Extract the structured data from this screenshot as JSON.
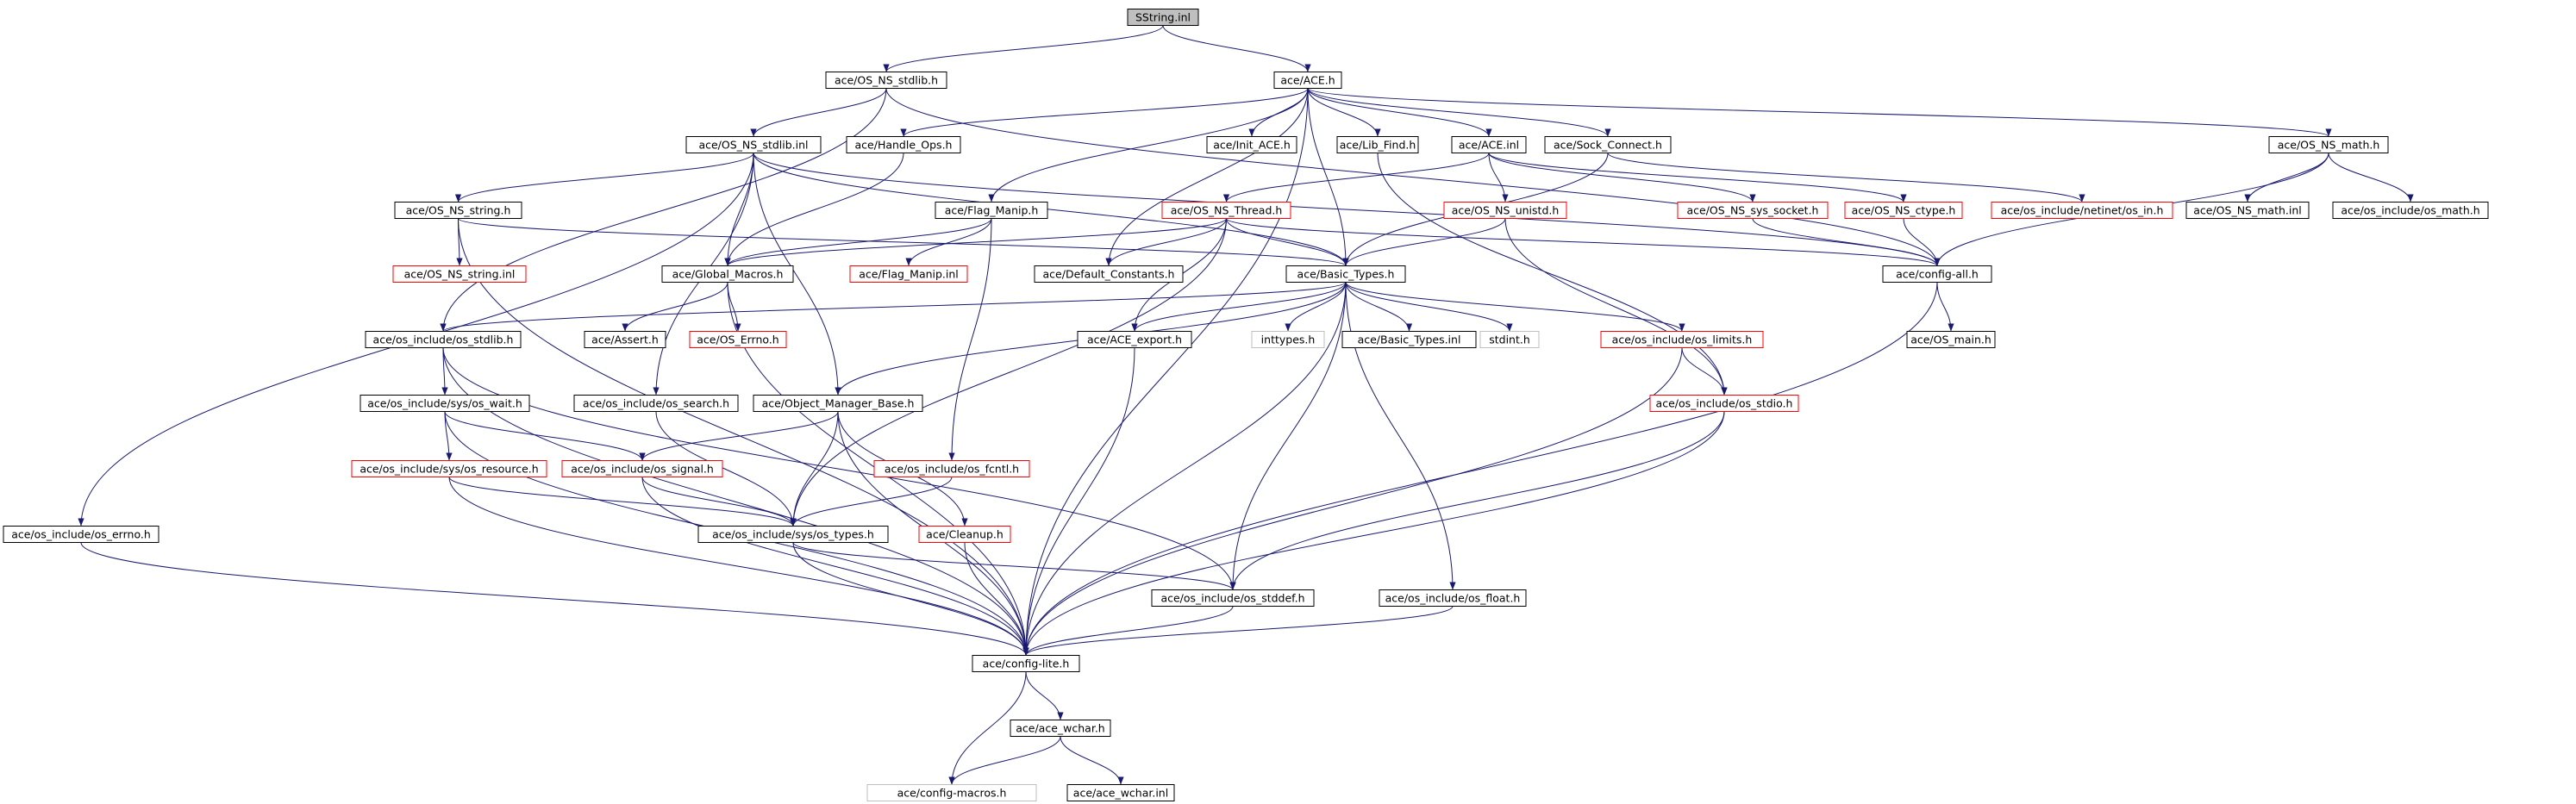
{
  "graph": {
    "colors": {
      "edge": "#191970",
      "border_normal": "#000000",
      "border_undocumented": "#ff0000",
      "border_external": "#bfbfbf",
      "root_fill": "#bfbfbf",
      "fill": "#ffffff"
    },
    "nodes": [
      {
        "id": "sstring_inl",
        "label": "SString.inl",
        "style": "root"
      },
      {
        "id": "os_ns_stdlib_h",
        "label": "ace/OS_NS_stdlib.h",
        "style": "normal"
      },
      {
        "id": "ace_h",
        "label": "ace/ACE.h",
        "style": "normal"
      },
      {
        "id": "os_ns_stdlib_inl",
        "label": "ace/OS_NS_stdlib.inl",
        "style": "normal"
      },
      {
        "id": "handle_ops_h",
        "label": "ace/Handle_Ops.h",
        "style": "normal"
      },
      {
        "id": "init_ace_h",
        "label": "ace/Init_ACE.h",
        "style": "normal"
      },
      {
        "id": "lib_find_h",
        "label": "ace/Lib_Find.h",
        "style": "normal"
      },
      {
        "id": "ace_inl",
        "label": "ace/ACE.inl",
        "style": "normal"
      },
      {
        "id": "sock_connect_h",
        "label": "ace/Sock_Connect.h",
        "style": "normal"
      },
      {
        "id": "os_ns_math_h",
        "label": "ace/OS_NS_math.h",
        "style": "normal"
      },
      {
        "id": "os_ns_string_h",
        "label": "ace/OS_NS_string.h",
        "style": "normal"
      },
      {
        "id": "flag_manip_h",
        "label": "ace/Flag_Manip.h",
        "style": "normal"
      },
      {
        "id": "os_ns_thread_h",
        "label": "ace/OS_NS_Thread.h",
        "style": "undocumented"
      },
      {
        "id": "os_ns_unistd_h",
        "label": "ace/OS_NS_unistd.h",
        "style": "undocumented"
      },
      {
        "id": "os_ns_sys_socket_h",
        "label": "ace/OS_NS_sys_socket.h",
        "style": "undocumented"
      },
      {
        "id": "os_ns_ctype_h",
        "label": "ace/OS_NS_ctype.h",
        "style": "undocumented"
      },
      {
        "id": "os_in_h",
        "label": "ace/os_include/netinet/os_in.h",
        "style": "undocumented"
      },
      {
        "id": "os_ns_math_inl",
        "label": "ace/OS_NS_math.inl",
        "style": "normal"
      },
      {
        "id": "os_math_h",
        "label": "ace/os_include/os_math.h",
        "style": "normal"
      },
      {
        "id": "os_ns_string_inl",
        "label": "ace/OS_NS_string.inl",
        "style": "undocumented"
      },
      {
        "id": "flag_manip_inl",
        "label": "ace/Flag_Manip.inl",
        "style": "undocumented"
      },
      {
        "id": "default_constants_h",
        "label": "ace/Default_Constants.h",
        "style": "normal"
      },
      {
        "id": "global_macros_h",
        "label": "ace/Global_Macros.h",
        "style": "normal"
      },
      {
        "id": "basic_types_h",
        "label": "ace/Basic_Types.h",
        "style": "normal"
      },
      {
        "id": "config_all_h",
        "label": "ace/config-all.h",
        "style": "normal"
      },
      {
        "id": "os_stdlib_h",
        "label": "ace/os_include/os_stdlib.h",
        "style": "normal"
      },
      {
        "id": "assert_h",
        "label": "ace/Assert.h",
        "style": "normal"
      },
      {
        "id": "os_errno_red_h",
        "label": "ace/OS_Errno.h",
        "style": "undocumented"
      },
      {
        "id": "ace_export_h",
        "label": "ace/ACE_export.h",
        "style": "normal"
      },
      {
        "id": "inttypes_h",
        "label": "inttypes.h",
        "style": "external"
      },
      {
        "id": "basic_types_inl",
        "label": "ace/Basic_Types.inl",
        "style": "normal"
      },
      {
        "id": "stdint_h",
        "label": "stdint.h",
        "style": "external"
      },
      {
        "id": "os_limits_h",
        "label": "ace/os_include/os_limits.h",
        "style": "undocumented"
      },
      {
        "id": "os_main_h",
        "label": "ace/OS_main.h",
        "style": "normal"
      },
      {
        "id": "os_wait_h",
        "label": "ace/os_include/sys/os_wait.h",
        "style": "normal"
      },
      {
        "id": "os_search_h",
        "label": "ace/os_include/os_search.h",
        "style": "normal"
      },
      {
        "id": "object_manager_base_h",
        "label": "ace/Object_Manager_Base.h",
        "style": "normal"
      },
      {
        "id": "os_stdio_h",
        "label": "ace/os_include/os_stdio.h",
        "style": "undocumented"
      },
      {
        "id": "os_resource_h",
        "label": "ace/os_include/sys/os_resource.h",
        "style": "undocumented"
      },
      {
        "id": "os_signal_h",
        "label": "ace/os_include/os_signal.h",
        "style": "undocumented"
      },
      {
        "id": "os_fcntl_h",
        "label": "ace/os_include/os_fcntl.h",
        "style": "undocumented"
      },
      {
        "id": "os_errno_h",
        "label": "ace/os_include/os_errno.h",
        "style": "normal"
      },
      {
        "id": "os_types_h",
        "label": "ace/os_include/sys/os_types.h",
        "style": "normal"
      },
      {
        "id": "cleanup_h",
        "label": "ace/Cleanup.h",
        "style": "undocumented"
      },
      {
        "id": "os_stddef_h",
        "label": "ace/os_include/os_stddef.h",
        "style": "normal"
      },
      {
        "id": "os_float_h",
        "label": "ace/os_include/os_float.h",
        "style": "normal"
      },
      {
        "id": "config_lite_h",
        "label": "ace/config-lite.h",
        "style": "normal"
      },
      {
        "id": "ace_wchar_h",
        "label": "ace/ace_wchar.h",
        "style": "normal"
      },
      {
        "id": "config_macros_h",
        "label": "ace/config-macros.h",
        "style": "external"
      },
      {
        "id": "ace_wchar_inl",
        "label": "ace/ace_wchar.inl",
        "style": "normal"
      }
    ],
    "edges": [
      [
        "sstring_inl",
        "os_ns_stdlib_h"
      ],
      [
        "sstring_inl",
        "ace_h"
      ],
      [
        "os_ns_stdlib_h",
        "os_ns_stdlib_inl"
      ],
      [
        "os_ns_stdlib_h",
        "os_stdlib_h"
      ],
      [
        "os_ns_stdlib_h",
        "config_all_h"
      ],
      [
        "ace_h",
        "handle_ops_h"
      ],
      [
        "ace_h",
        "init_ace_h"
      ],
      [
        "ace_h",
        "lib_find_h"
      ],
      [
        "ace_h",
        "ace_inl"
      ],
      [
        "ace_h",
        "sock_connect_h"
      ],
      [
        "ace_h",
        "os_ns_math_h"
      ],
      [
        "ace_h",
        "flag_manip_h"
      ],
      [
        "ace_h",
        "default_constants_h"
      ],
      [
        "ace_h",
        "basic_types_h"
      ],
      [
        "ace_h",
        "config_lite_h"
      ],
      [
        "os_ns_stdlib_inl",
        "os_ns_string_h"
      ],
      [
        "os_ns_stdlib_inl",
        "global_macros_h"
      ],
      [
        "os_ns_stdlib_inl",
        "basic_types_h"
      ],
      [
        "os_ns_stdlib_inl",
        "os_errno_h"
      ],
      [
        "os_ns_stdlib_inl",
        "os_search_h"
      ],
      [
        "os_ns_stdlib_inl",
        "object_manager_base_h"
      ],
      [
        "os_ns_stdlib_inl",
        "config_all_h"
      ],
      [
        "handle_ops_h",
        "global_macros_h"
      ],
      [
        "lib_find_h",
        "os_stdio_h"
      ],
      [
        "ace_inl",
        "os_ns_thread_h"
      ],
      [
        "ace_inl",
        "os_ns_unistd_h"
      ],
      [
        "ace_inl",
        "os_ns_sys_socket_h"
      ],
      [
        "ace_inl",
        "os_ns_ctype_h"
      ],
      [
        "sock_connect_h",
        "basic_types_h"
      ],
      [
        "sock_connect_h",
        "os_in_h"
      ],
      [
        "os_ns_math_h",
        "os_ns_math_inl"
      ],
      [
        "os_ns_math_h",
        "os_math_h"
      ],
      [
        "os_ns_math_h",
        "config_all_h"
      ],
      [
        "os_ns_string_h",
        "os_ns_string_inl"
      ],
      [
        "os_ns_string_h",
        "basic_types_h"
      ],
      [
        "os_ns_string_h",
        "config_lite_h"
      ],
      [
        "flag_manip_h",
        "flag_manip_inl"
      ],
      [
        "flag_manip_h",
        "global_macros_h"
      ],
      [
        "flag_manip_h",
        "os_fcntl_h"
      ],
      [
        "os_ns_thread_h",
        "global_macros_h"
      ],
      [
        "os_ns_thread_h",
        "default_constants_h"
      ],
      [
        "os_ns_thread_h",
        "basic_types_h"
      ],
      [
        "os_ns_thread_h",
        "ace_export_h"
      ],
      [
        "os_ns_thread_h",
        "os_types_h"
      ],
      [
        "os_ns_thread_h",
        "config_all_h"
      ],
      [
        "os_ns_unistd_h",
        "basic_types_h"
      ],
      [
        "os_ns_unistd_h",
        "os_stdio_h"
      ],
      [
        "os_ns_sys_socket_h",
        "config_all_h"
      ],
      [
        "os_ns_ctype_h",
        "config_all_h"
      ],
      [
        "global_macros_h",
        "assert_h"
      ],
      [
        "global_macros_h",
        "os_errno_red_h"
      ],
      [
        "global_macros_h",
        "config_lite_h"
      ],
      [
        "basic_types_h",
        "os_stdlib_h"
      ],
      [
        "basic_types_h",
        "ace_export_h"
      ],
      [
        "basic_types_h",
        "inttypes_h"
      ],
      [
        "basic_types_h",
        "basic_types_inl"
      ],
      [
        "basic_types_h",
        "stdint_h"
      ],
      [
        "basic_types_h",
        "os_limits_h"
      ],
      [
        "basic_types_h",
        "object_manager_base_h"
      ],
      [
        "basic_types_h",
        "os_stddef_h"
      ],
      [
        "basic_types_h",
        "os_float_h"
      ],
      [
        "basic_types_h",
        "config_lite_h"
      ],
      [
        "config_all_h",
        "os_main_h"
      ],
      [
        "config_all_h",
        "config_lite_h"
      ],
      [
        "os_stdlib_h",
        "os_wait_h"
      ],
      [
        "os_stdlib_h",
        "os_stddef_h"
      ],
      [
        "os_stdlib_h",
        "config_lite_h"
      ],
      [
        "os_limits_h",
        "os_stdio_h"
      ],
      [
        "os_limits_h",
        "config_lite_h"
      ],
      [
        "os_wait_h",
        "os_resource_h"
      ],
      [
        "os_wait_h",
        "os_signal_h"
      ],
      [
        "os_wait_h",
        "config_lite_h"
      ],
      [
        "os_search_h",
        "os_types_h"
      ],
      [
        "object_manager_base_h",
        "os_signal_h"
      ],
      [
        "object_manager_base_h",
        "os_types_h"
      ],
      [
        "object_manager_base_h",
        "cleanup_h"
      ],
      [
        "object_manager_base_h",
        "config_lite_h"
      ],
      [
        "os_stdio_h",
        "os_stddef_h"
      ],
      [
        "os_stdio_h",
        "config_lite_h"
      ],
      [
        "os_resource_h",
        "os_types_h"
      ],
      [
        "os_resource_h",
        "config_lite_h"
      ],
      [
        "os_signal_h",
        "os_types_h"
      ],
      [
        "os_signal_h",
        "config_lite_h"
      ],
      [
        "os_fcntl_h",
        "os_types_h"
      ],
      [
        "os_errno_h",
        "config_lite_h"
      ],
      [
        "os_types_h",
        "os_stddef_h"
      ],
      [
        "os_types_h",
        "config_lite_h"
      ],
      [
        "cleanup_h",
        "config_lite_h"
      ],
      [
        "ace_export_h",
        "config_lite_h"
      ],
      [
        "os_stddef_h",
        "config_lite_h"
      ],
      [
        "os_float_h",
        "config_lite_h"
      ],
      [
        "config_lite_h",
        "ace_wchar_h"
      ],
      [
        "config_lite_h",
        "config_macros_h"
      ],
      [
        "ace_wchar_h",
        "config_macros_h"
      ],
      [
        "ace_wchar_h",
        "ace_wchar_inl"
      ]
    ]
  }
}
